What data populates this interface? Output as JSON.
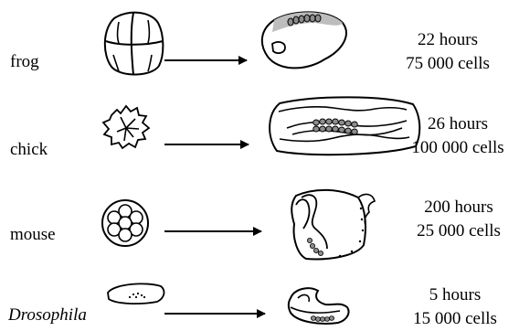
{
  "rows": [
    {
      "organism": "frog",
      "time": "22 hours",
      "cells": "75 000 cells"
    },
    {
      "organism": "chick",
      "time": "26 hours",
      "cells": "100 000 cells"
    },
    {
      "organism": "mouse",
      "time": "200 hours",
      "cells": "25 000 cells"
    },
    {
      "organism": "Drosophila",
      "time": "5 hours",
      "cells": "15 000 cells"
    }
  ],
  "colors": {
    "ink": "#000000",
    "gray": "#8c8c8c",
    "light_gray": "#bdbdbd"
  }
}
